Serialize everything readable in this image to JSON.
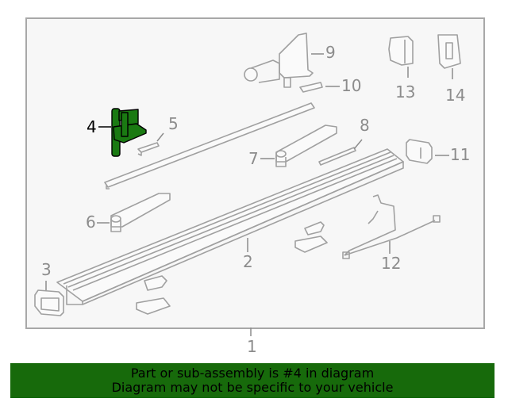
{
  "diagram": {
    "callouts": [
      {
        "id": "1",
        "label": "1"
      },
      {
        "id": "2",
        "label": "2"
      },
      {
        "id": "3",
        "label": "3"
      },
      {
        "id": "4",
        "label": "4",
        "highlighted": true
      },
      {
        "id": "5",
        "label": "5"
      },
      {
        "id": "6",
        "label": "6"
      },
      {
        "id": "7",
        "label": "7"
      },
      {
        "id": "8",
        "label": "8"
      },
      {
        "id": "9",
        "label": "9"
      },
      {
        "id": "10",
        "label": "10"
      },
      {
        "id": "11",
        "label": "11"
      },
      {
        "id": "12",
        "label": "12"
      },
      {
        "id": "13",
        "label": "13"
      },
      {
        "id": "14",
        "label": "14"
      }
    ],
    "colors": {
      "line": "#a0a0a0",
      "highlight": "#1a7a12",
      "frame_bg": "#f7f7f7",
      "frame_border": "#a8a8a8"
    }
  },
  "banner": {
    "line1": "Part or sub-assembly is #4 in diagram",
    "line2": "Diagram may not be specific to your vehicle",
    "color": "#176a0b"
  }
}
